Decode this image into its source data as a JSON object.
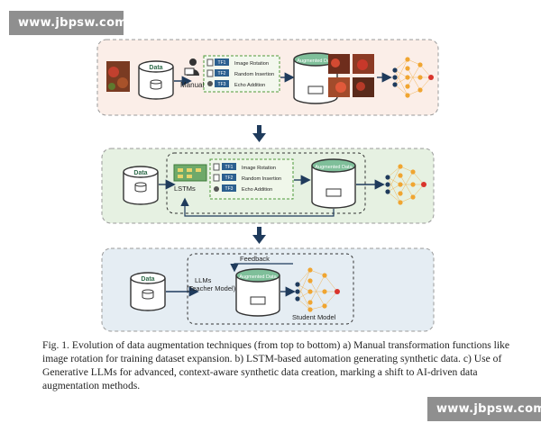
{
  "watermark_top": "www.jbpsw.com",
  "watermark_bottom": "www.jbpsw.com",
  "panel_a": {
    "data_label": "Data",
    "manual_label": "Manual",
    "tf_tags": [
      "TF1",
      "TF2",
      "TF3"
    ],
    "tf_names": [
      "Image Rotation",
      "Random Insertion",
      "Echo Addition"
    ],
    "augmented_label": "Augmented Data"
  },
  "panel_b": {
    "data_label": "Data",
    "lstm_label": "LSTMs",
    "tf_tags": [
      "TF1",
      "TF2",
      "TF3"
    ],
    "tf_names": [
      "Image Rotation",
      "Random Insertion",
      "Echo Addition"
    ],
    "augmented_label": "Augmented Data"
  },
  "panel_c": {
    "feedback_label": "Feedback",
    "data_label": "Data",
    "llm_label_1": "LLMs",
    "llm_label_2": "(Teacher Model)",
    "augmented_label": "Augmented Data",
    "student_label": "Student Model"
  },
  "caption": "Fig. 1.  Evolution of data augmentation techniques (from top to bottom) a) Manual transformation functions like image rotation for training dataset expansion. b) LSTM-based automation generating synthetic data. c) Use of Generative LLMs for advanced, context-aware synthetic data creation, marking a shift to AI-driven data augmentation methods.",
  "colors": {
    "panel_a_bg": "#fbeee8",
    "panel_b_bg": "#e6f1e2",
    "panel_c_bg": "#e5edf3",
    "navy": "#1f3b5c",
    "node_orange": "#f0a531",
    "node_red": "#d9342b"
  }
}
